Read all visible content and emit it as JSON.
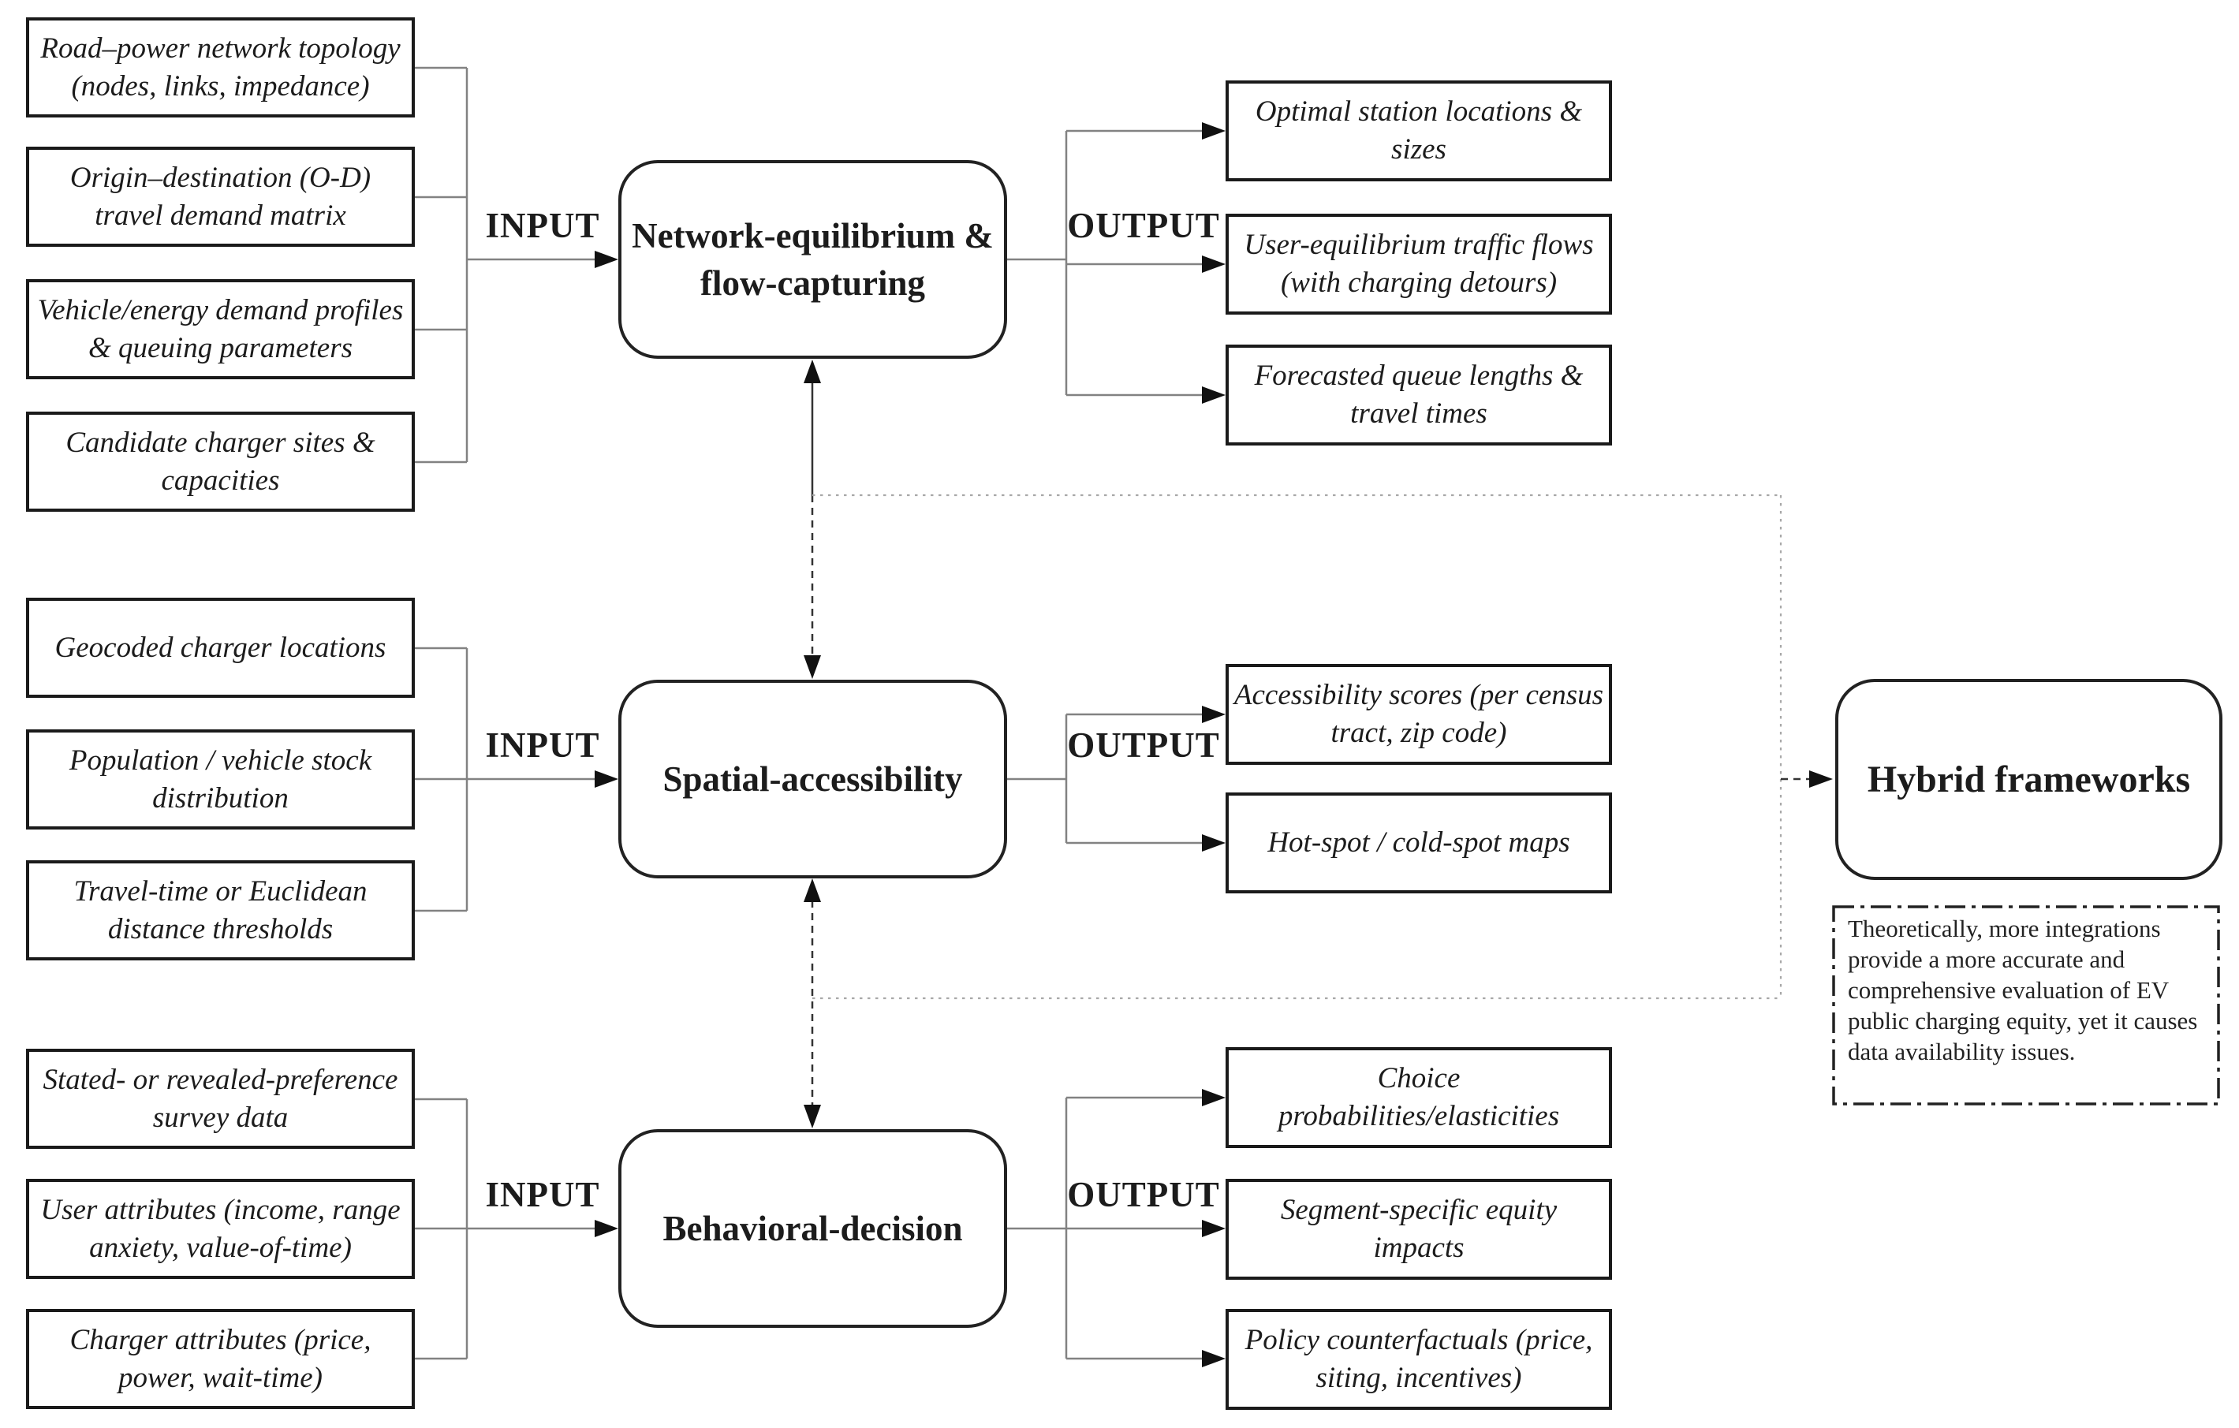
{
  "figure": {
    "type": "flow-diagram",
    "labels": {
      "input": "INPUT",
      "output": "OUTPUT"
    },
    "rows": [
      {
        "process": "Network-equilibrium & flow-capturing",
        "inputs": [
          "Road–power network topology (nodes, links, impedance)",
          "Origin–destination (O-D) travel demand matrix",
          "Vehicle/energy demand profiles & queuing parameters",
          "Candidate charger sites & capacities"
        ],
        "outputs": [
          "Optimal station locations & sizes",
          "User-equilibrium traffic flows (with charging detours)",
          "Forecasted queue lengths & travel times"
        ]
      },
      {
        "process": "Spatial-accessibility",
        "inputs": [
          "Geocoded charger locations",
          "Population / vehicle stock distribution",
          "Travel-time or Euclidean distance thresholds"
        ],
        "outputs": [
          "Accessibility scores (per census tract, zip code)",
          "Hot-spot / cold-spot maps"
        ]
      },
      {
        "process": "Behavioral-decision",
        "inputs": [
          "Stated- or revealed-preference survey data",
          "User attributes (income, range anxiety, value-of-time)",
          "Charger attributes (price, power, wait-time)"
        ],
        "outputs": [
          "Choice probabilities/elasticities",
          "Segment-specific equity impacts",
          "Policy counterfactuals (price, siting, incentives)"
        ]
      }
    ],
    "hybrid": {
      "title": "Hybrid frameworks",
      "note": "Theoretically, more integrations provide a more accurate and comprehensive evaluation of EV public charging equity, yet it causes data availability issues."
    },
    "colors": {
      "ink": "#1a1a1a",
      "connector_gray": "#828282",
      "dotted_gray": "#a8a8a8",
      "background": "#ffffff"
    }
  }
}
